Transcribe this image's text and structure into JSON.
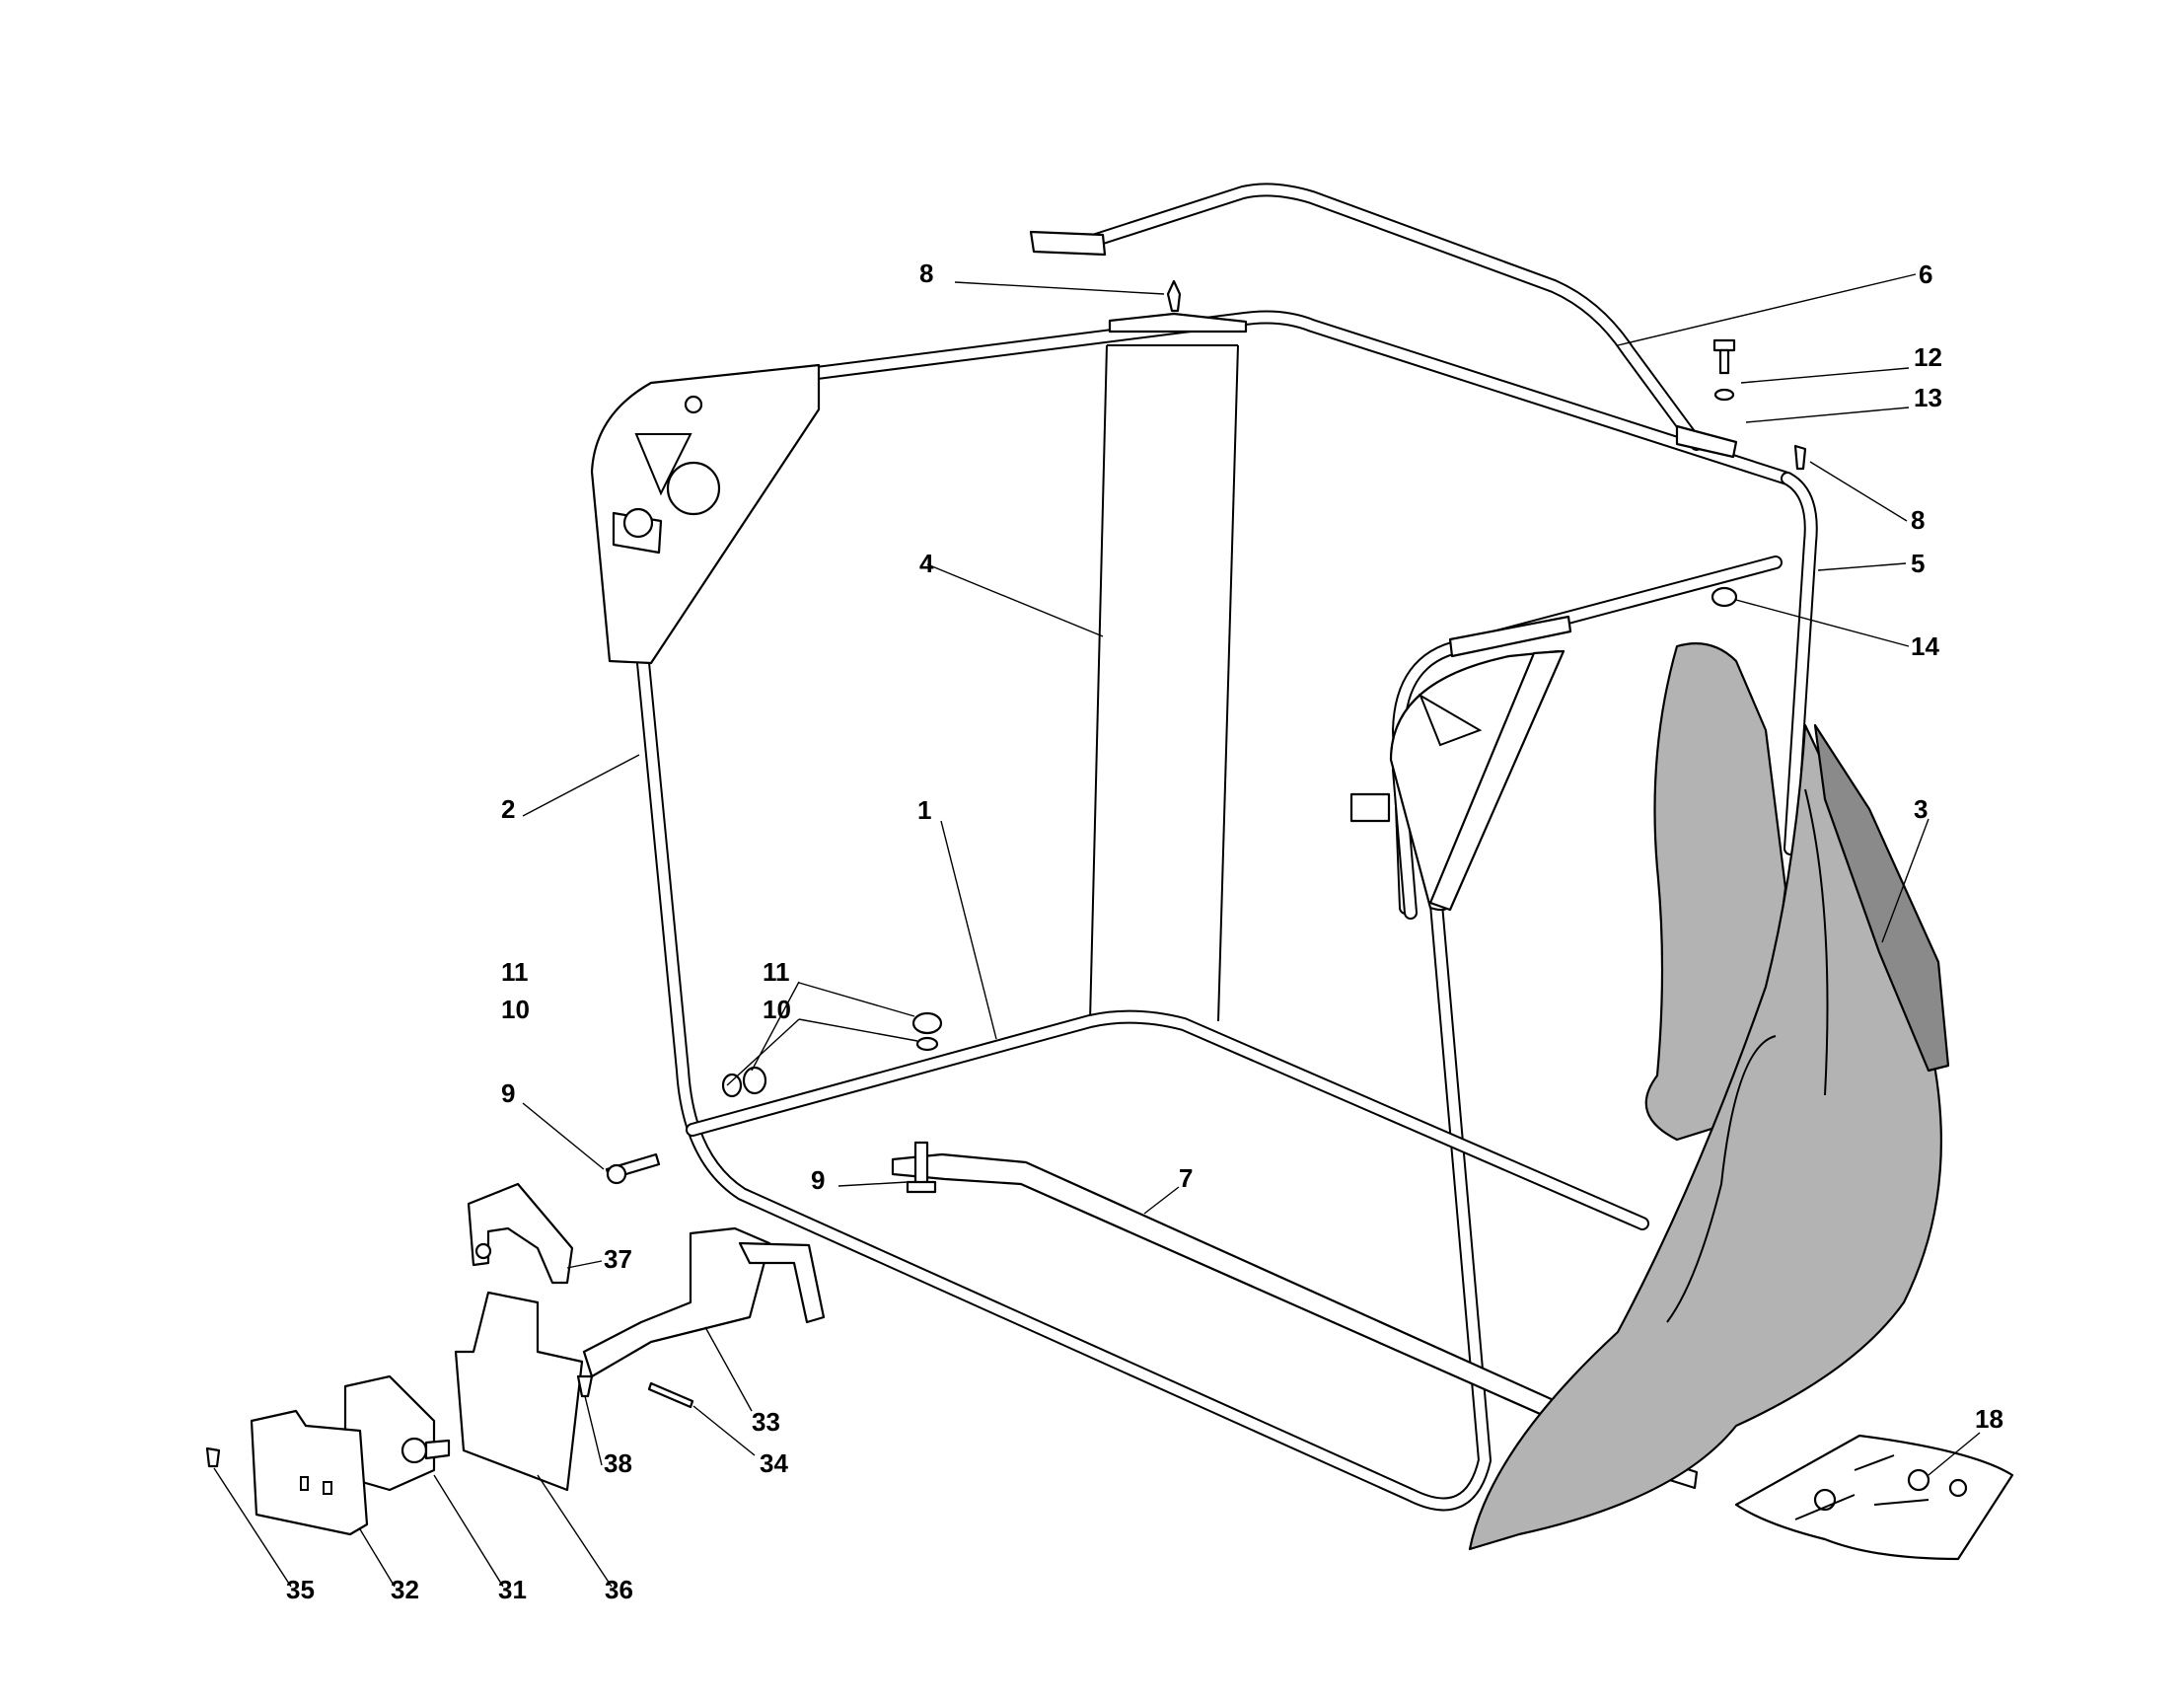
{
  "diagram": {
    "callouts": [
      {
        "id": "c8a",
        "text": "8"
      },
      {
        "id": "c6",
        "text": "6"
      },
      {
        "id": "c12",
        "text": "12"
      },
      {
        "id": "c13",
        "text": "13"
      },
      {
        "id": "c8b",
        "text": "8"
      },
      {
        "id": "c4",
        "text": "4"
      },
      {
        "id": "c5",
        "text": "5"
      },
      {
        "id": "c14",
        "text": "14"
      },
      {
        "id": "c2",
        "text": "2"
      },
      {
        "id": "c1",
        "text": "1"
      },
      {
        "id": "c3",
        "text": "3"
      },
      {
        "id": "c11a",
        "text": "11"
      },
      {
        "id": "c10a",
        "text": "10"
      },
      {
        "id": "c11b",
        "text": "11"
      },
      {
        "id": "c10b",
        "text": "10"
      },
      {
        "id": "c9a",
        "text": "9"
      },
      {
        "id": "c9b",
        "text": "9"
      },
      {
        "id": "c7",
        "text": "7"
      },
      {
        "id": "c37",
        "text": "37"
      },
      {
        "id": "c33",
        "text": "33"
      },
      {
        "id": "c38",
        "text": "38"
      },
      {
        "id": "c34",
        "text": "34"
      },
      {
        "id": "c18",
        "text": "18"
      },
      {
        "id": "c35",
        "text": "35"
      },
      {
        "id": "c32",
        "text": "32"
      },
      {
        "id": "c31",
        "text": "31"
      },
      {
        "id": "c36",
        "text": "36"
      }
    ]
  }
}
